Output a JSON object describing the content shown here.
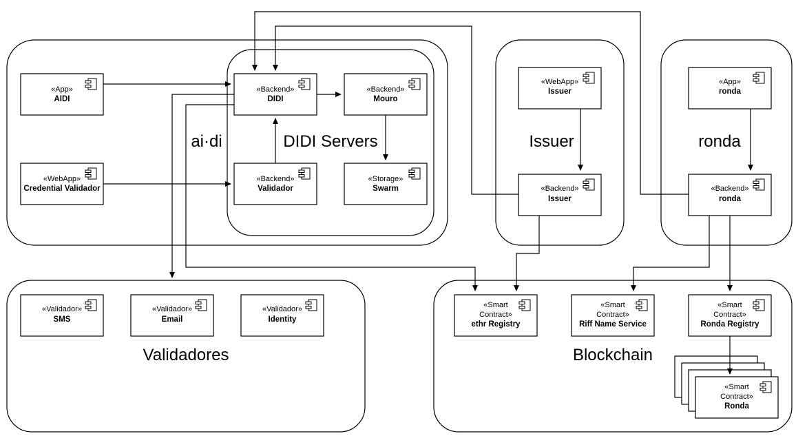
{
  "groups": {
    "aidi": "ai·di",
    "didi_servers": "DIDI Servers",
    "issuer": "Issuer",
    "ronda": "ronda",
    "validadores": "Validadores",
    "blockchain": "Blockchain"
  },
  "components": {
    "app_aidi": {
      "stereotype": "«App»",
      "name": "AIDI"
    },
    "webapp_credential_validador": {
      "stereotype": "«WebApp»",
      "name": "Credential Validador"
    },
    "backend_didi": {
      "stereotype": "«Backend»",
      "name": "DIDI"
    },
    "backend_mouro": {
      "stereotype": "«Backend»",
      "name": "Mouro"
    },
    "backend_validador": {
      "stereotype": "«Backend»",
      "name": "Validador"
    },
    "storage_swarm": {
      "stereotype": "«Storage»",
      "name": "Swarm"
    },
    "webapp_issuer": {
      "stereotype": "«WebApp»",
      "name": "Issuer"
    },
    "backend_issuer": {
      "stereotype": "«Backend»",
      "name": "Issuer"
    },
    "app_ronda": {
      "stereotype": "«App»",
      "name": "ronda"
    },
    "backend_ronda": {
      "stereotype": "«Backend»",
      "name": "ronda"
    },
    "validador_sms": {
      "stereotype": "«Validador»",
      "name": "SMS"
    },
    "validador_email": {
      "stereotype": "«Validador»",
      "name": "Email"
    },
    "validador_identity": {
      "stereotype": "«Validador»",
      "name": "Identity"
    },
    "sc_ethr_registry": {
      "stereotype_line1": "«Smart",
      "stereotype_line2": "Contract»",
      "name": "ethr Registry"
    },
    "sc_riff_name_service": {
      "stereotype_line1": "«Smart",
      "stereotype_line2": "Contract»",
      "name": "Riff Name Service"
    },
    "sc_ronda_registry": {
      "stereotype_line1": "«Smart",
      "stereotype_line2": "Contract»",
      "name": "Ronda Registry"
    },
    "sc_ronda": {
      "stereotype_line1": "«Smart",
      "stereotype_line2": "Contract»",
      "name": "Ronda"
    }
  }
}
